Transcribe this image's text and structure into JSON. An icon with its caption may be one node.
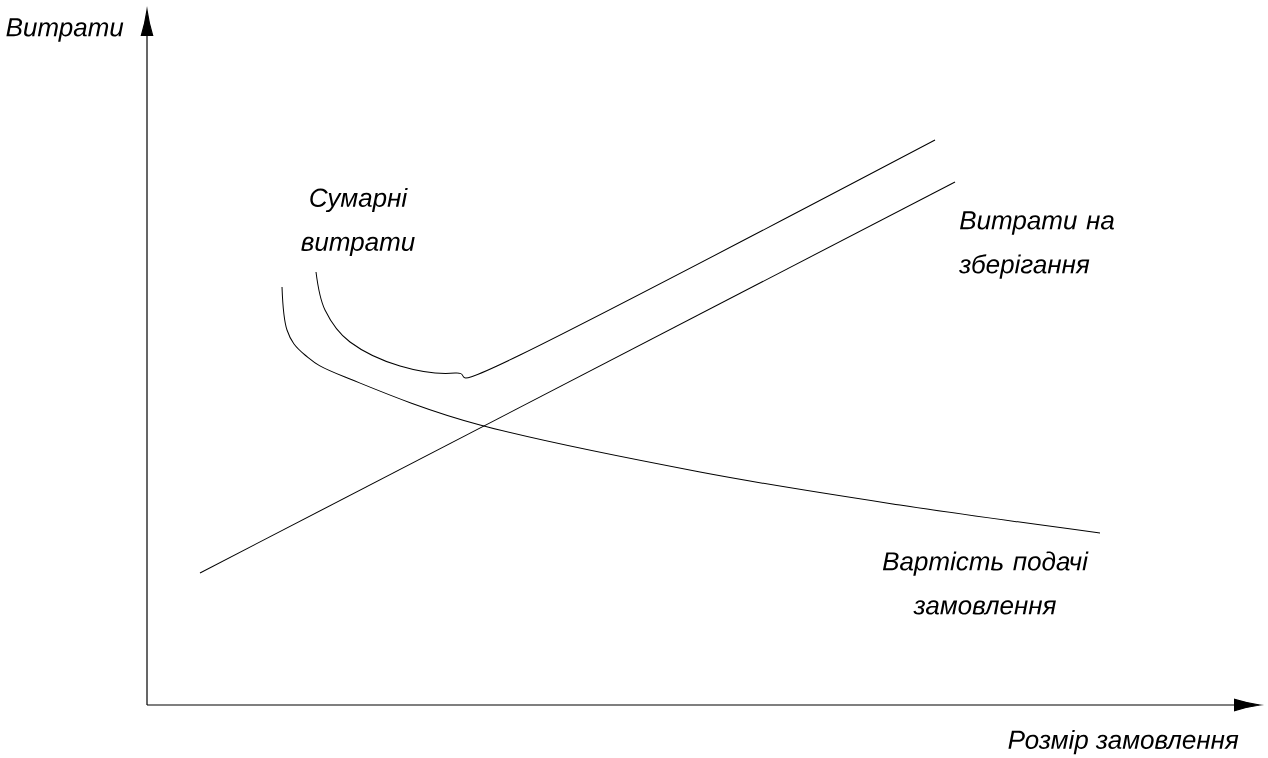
{
  "diagram": {
    "labels": [
      "Витрати",
      "Сумарні витрати",
      "Витрати на зберігання",
      "Вартість подачі замовлення",
      "Розмір замовлення"
    ]
  }
}
